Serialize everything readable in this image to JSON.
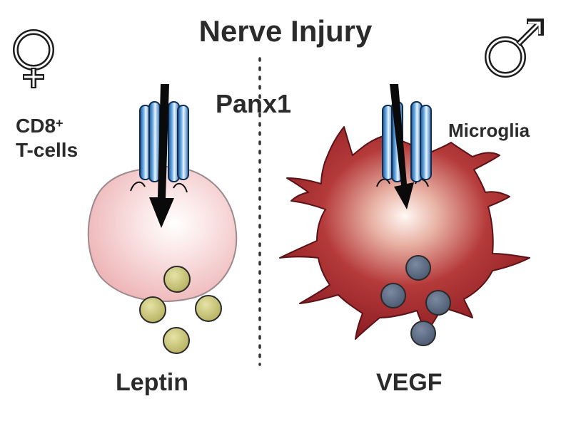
{
  "title": "Nerve Injury",
  "channel_label": "Panx1",
  "female": {
    "symbol": "♀",
    "cell_label_main": "CD8",
    "cell_label_sup": "+",
    "cell_label_line2": "T-cells",
    "secreted_label": "Leptin"
  },
  "male": {
    "symbol": "♂",
    "cell_label": "Microglia",
    "secreted_label": "VEGF"
  },
  "colors": {
    "text": "#2b2b2b",
    "tcell_fill": "#f2c1c1",
    "microglia_fill": "#a3262c",
    "leptin_ball": "#c9c579",
    "vegf_ball": "#5b6b82",
    "channel": "#3f8fd0"
  }
}
